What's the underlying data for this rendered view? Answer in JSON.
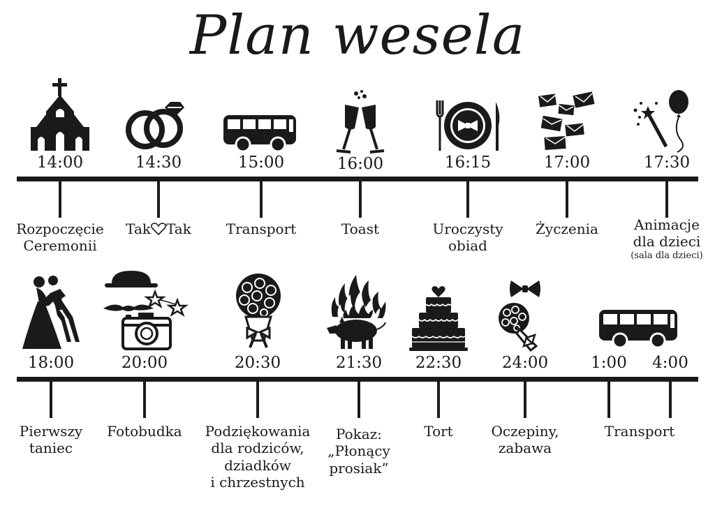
{
  "title": "Plan wesela",
  "row1": [
    {
      "time": "14:00",
      "label": [
        "Rozpoczęcie",
        "Ceremonii"
      ],
      "icon": "church-icon"
    },
    {
      "time": "14:30",
      "label_left": "Tak",
      "label_right": "Tak",
      "icon": "wedding-rings-icon"
    },
    {
      "time": "15:00",
      "label": [
        "Transport"
      ],
      "icon": "bus-icon"
    },
    {
      "time": "16:00",
      "label": [
        "Toast"
      ],
      "icon": "champagne-glasses-icon"
    },
    {
      "time": "16:15",
      "label": [
        "Uroczysty",
        "obiad"
      ],
      "icon": "dinner-plate-icon"
    },
    {
      "time": "17:00",
      "label": [
        "Życzenia"
      ],
      "icon": "envelopes-icon"
    },
    {
      "time": "17:30",
      "label": [
        "Animacje",
        "dla dzieci"
      ],
      "note": "(sala dla dzieci)",
      "icon": "magic-wand-balloon-icon"
    }
  ],
  "row2": [
    {
      "time": "18:00",
      "label": [
        "Pierwszy",
        "taniec"
      ],
      "icon": "dancing-couple-icon"
    },
    {
      "time": "20:00",
      "label": [
        "Fotobudka"
      ],
      "icon": "photo-booth-icon"
    },
    {
      "time": "20:30",
      "label": [
        "Podziękowania",
        "dla rodziców,",
        "dziadków",
        "i chrzestnych"
      ],
      "icon": "bouquet-icon"
    },
    {
      "time": "21:30",
      "label": [
        "Pokaz:",
        "„Płonący",
        "prosiak”"
      ],
      "icon": "flaming-pig-icon"
    },
    {
      "time": "22:30",
      "label": [
        "Tort"
      ],
      "icon": "wedding-cake-icon"
    },
    {
      "time": "24:00",
      "label": [
        "Oczepiny,",
        "zabawa"
      ],
      "icon": "bowtie-bouquet-icon"
    },
    {
      "time_a": "1:00",
      "time_b": "4:00",
      "label": [
        "Transport"
      ],
      "icon": "bus-icon"
    }
  ]
}
